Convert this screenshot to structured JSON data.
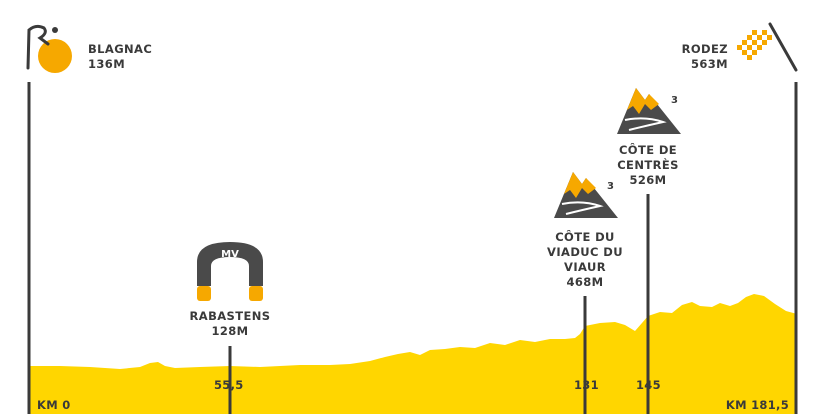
{
  "start": {
    "name": "BLAGNAC",
    "altitude": "136M",
    "km": "KM 0"
  },
  "finish": {
    "name": "RODEZ",
    "altitude": "563M",
    "km": "KM 181,5"
  },
  "sprint": {
    "badge": "MV",
    "name": "RABASTENS",
    "altitude": "128M",
    "km": "55,5"
  },
  "climbs": [
    {
      "name_lines": [
        "CÔTE DU",
        "VIADUC DU",
        "VIAUR"
      ],
      "altitude": "468M",
      "km": "131",
      "category": "3"
    },
    {
      "name_lines": [
        "CÔTE DE",
        "CENTRÈS"
      ],
      "altitude": "526M",
      "km": "145",
      "category": "3"
    }
  ],
  "colors": {
    "profile": "#ffd600",
    "line": "#3a3a3a",
    "accent": "#f6a800",
    "mountain": "#4a4a4a"
  }
}
